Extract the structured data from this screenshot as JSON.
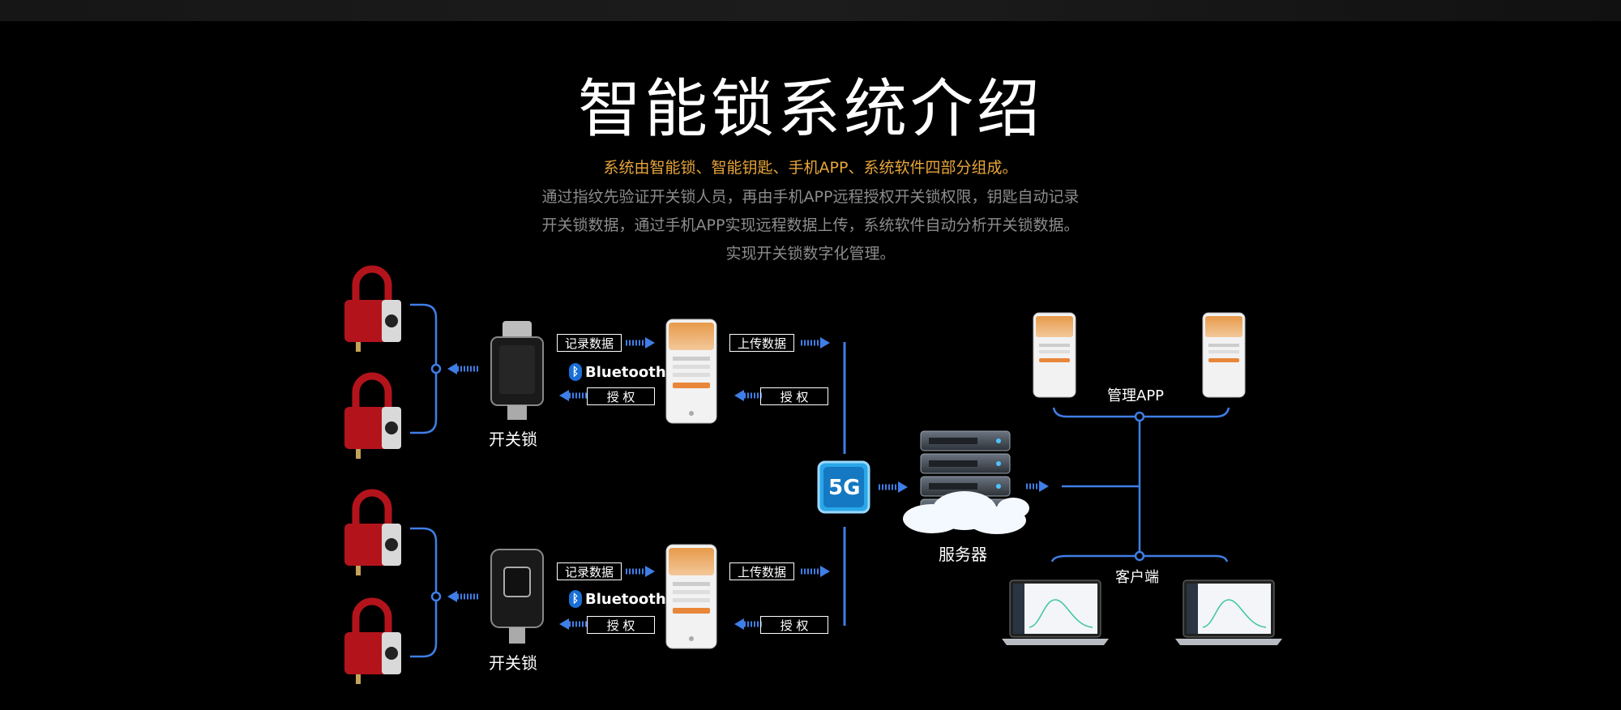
{
  "header": {
    "title": "智能锁系统介绍",
    "lead": "系统由智能锁、智能钥匙、手机APP、系统软件四部分组成。",
    "desc_lines": [
      "通过指纹先验证开关锁人员，再由手机APP远程授权开关锁权限，钥匙自动记录",
      "开关锁数据，通过手机APP实现远程数据上传，系统软件自动分析开关锁数据。",
      "实现开关锁数字化管理。"
    ]
  },
  "diagram": {
    "key_label": "开关锁",
    "record_label": "记录数据",
    "upload_label": "上传数据",
    "auth_label": "授 权",
    "bluetooth_label": "Bluetooth",
    "network_label": "5G",
    "server_label": "服务器",
    "manage_app_label": "管理APP",
    "client_label": "客户端"
  },
  "colors": {
    "accent": "#e8a53a",
    "link_blue": "#3f7ee6",
    "lock_red": "#b3141c",
    "bluetooth_blue": "#1a6fd6"
  }
}
